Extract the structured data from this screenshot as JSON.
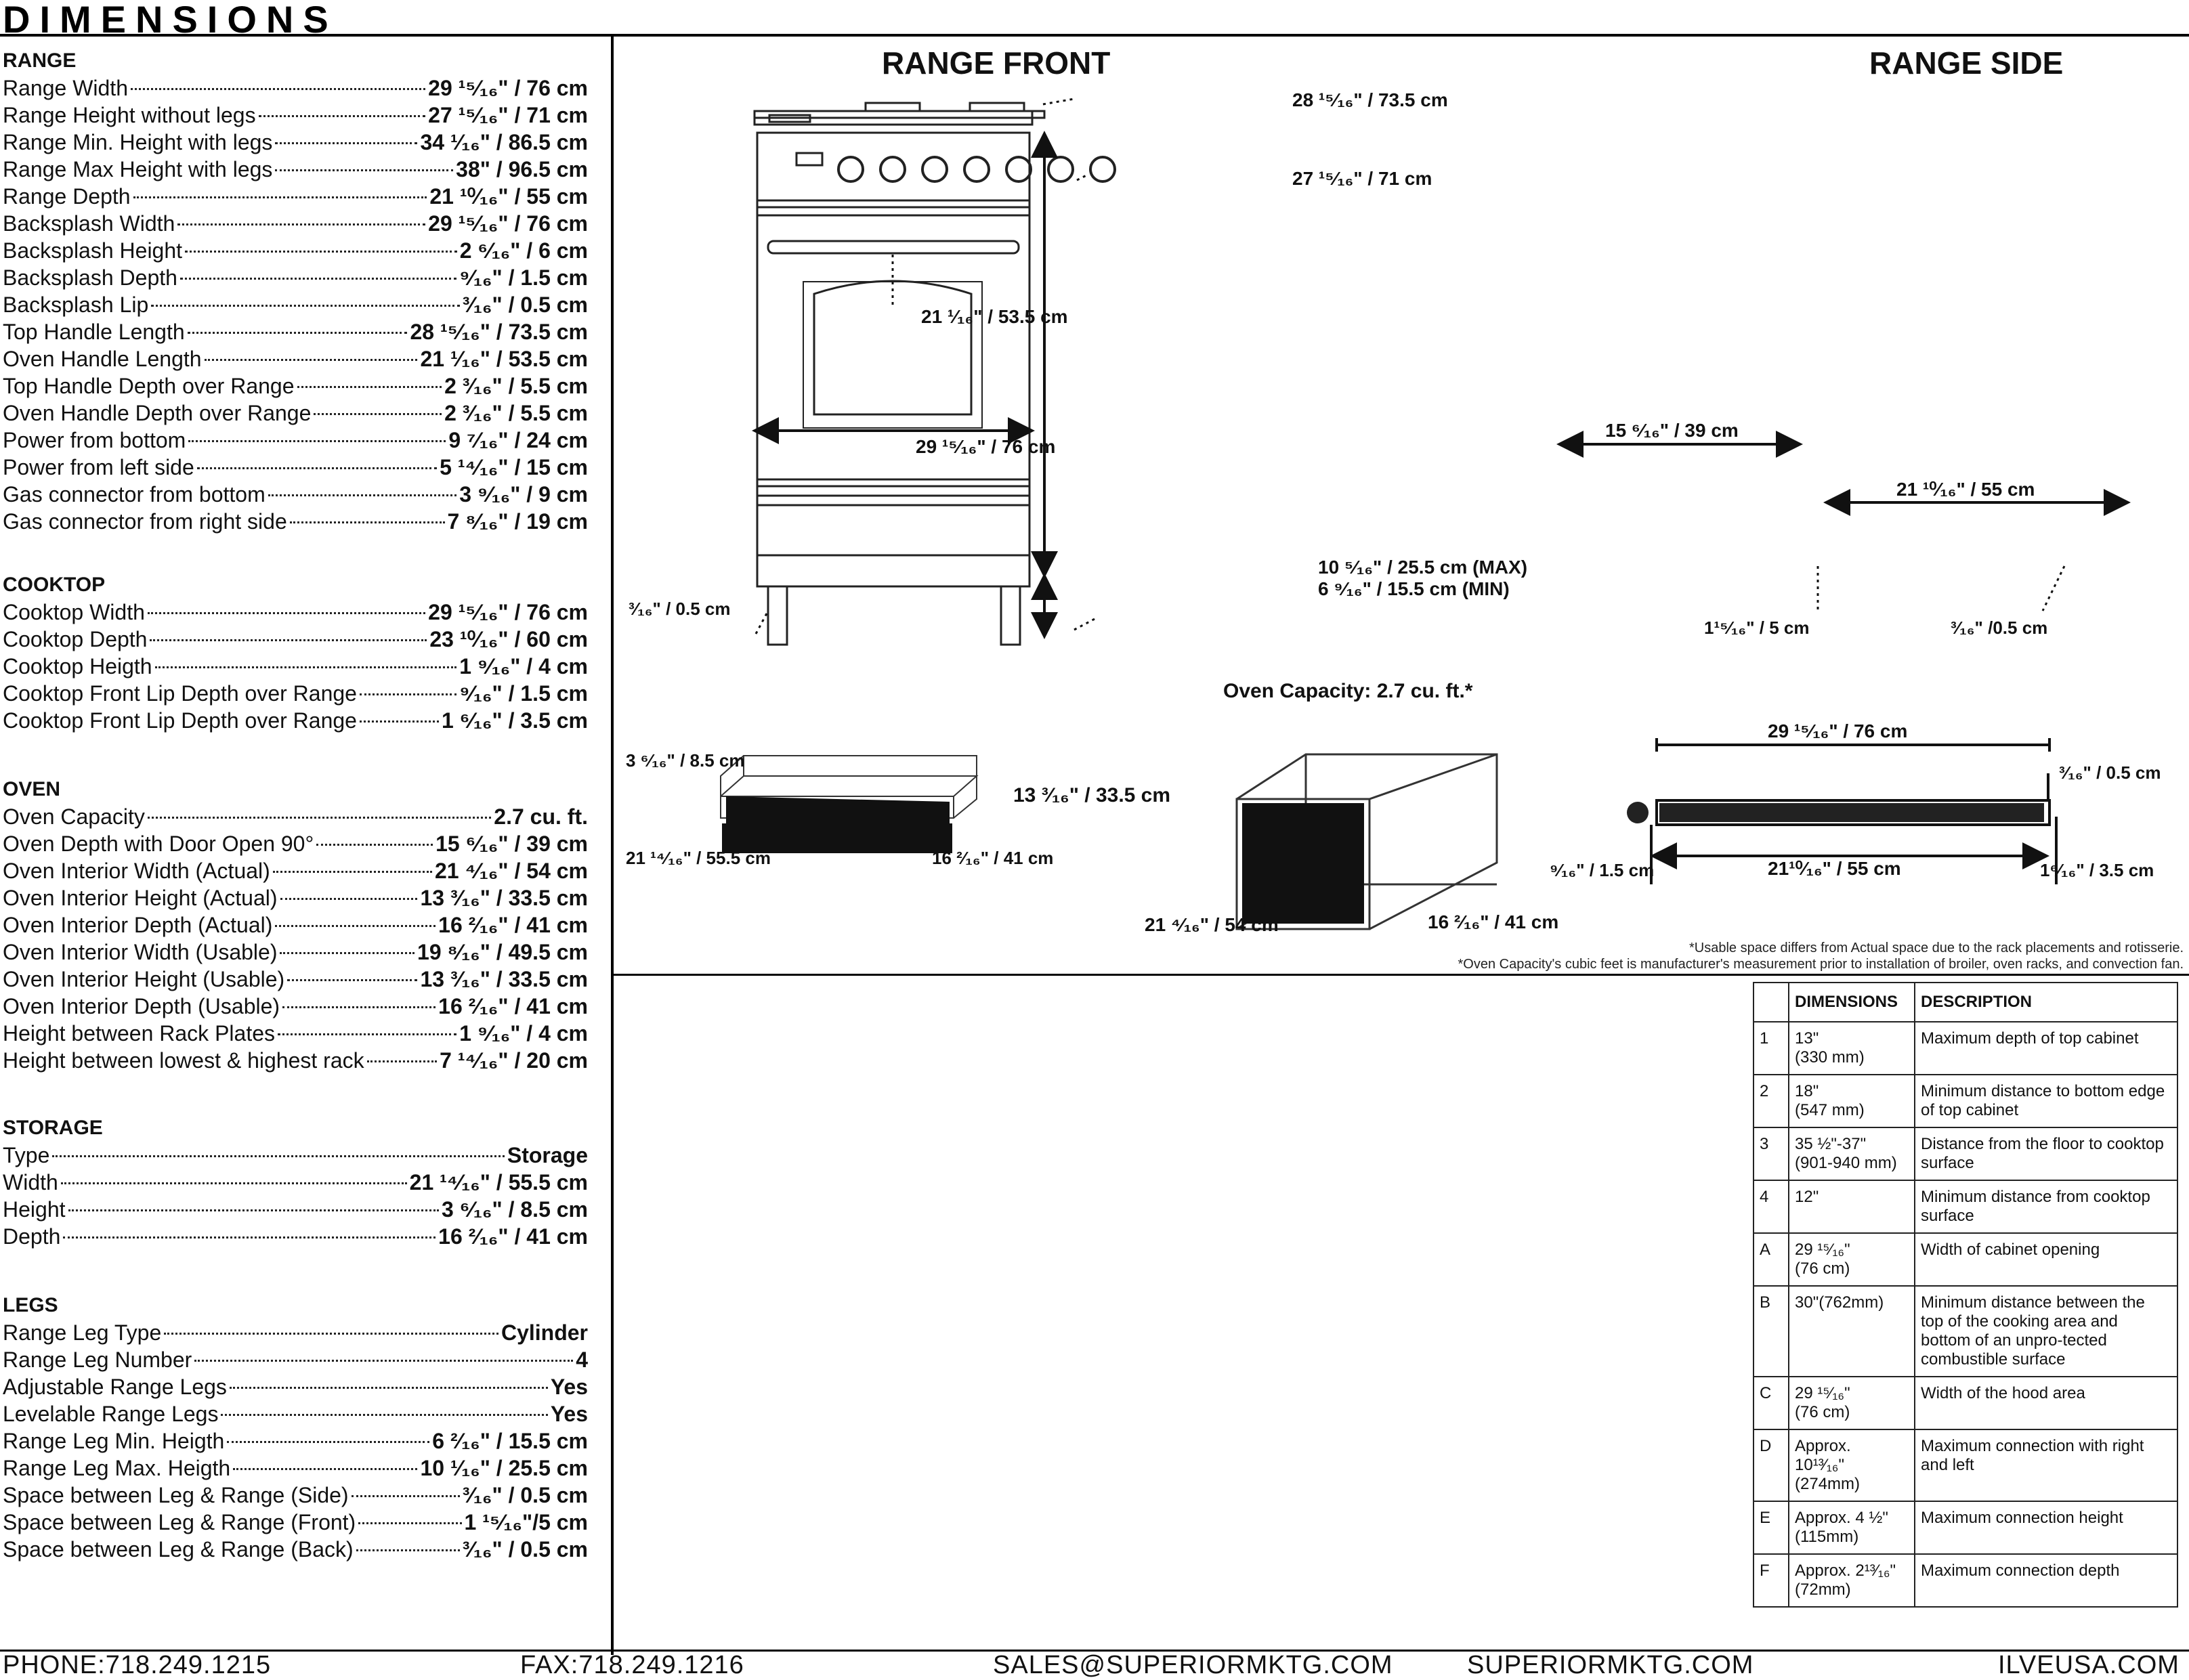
{
  "header": {
    "title": "DIMENSIONS"
  },
  "specs": {
    "range": {
      "title": "RANGE",
      "rows": [
        {
          "label": "Range Width",
          "value": "29 ¹⁵⁄₁₆\" / 76 cm"
        },
        {
          "label": "Range Height without legs",
          "value": "27 ¹⁵⁄₁₆\" / 71 cm"
        },
        {
          "label": "Range Min. Height with legs",
          "value": "34 ¹⁄₁₆\" / 86.5 cm"
        },
        {
          "label": "Range Max Height with legs",
          "value": "38\" / 96.5 cm"
        },
        {
          "label": "Range Depth",
          "value": "21 ¹⁰⁄₁₆\" / 55 cm"
        },
        {
          "label": "Backsplash Width",
          "value": "29 ¹⁵⁄₁₆\" / 76 cm"
        },
        {
          "label": "Backsplash Height",
          "value": "2 ⁶⁄₁₆\" / 6 cm"
        },
        {
          "label": "Backsplash Depth",
          "value": "⁹⁄₁₆\" / 1.5 cm"
        },
        {
          "label": "Backsplash Lip",
          "value": "³⁄₁₆\" / 0.5 cm"
        },
        {
          "label": "Top Handle Length",
          "value": "28 ¹⁵⁄₁₆\" / 73.5 cm"
        },
        {
          "label": "Oven Handle Length",
          "value": "21 ¹⁄₁₆\" / 53.5 cm"
        },
        {
          "label": "Top Handle Depth over Range",
          "value": "2 ³⁄₁₆\" / 5.5 cm"
        },
        {
          "label": "Oven Handle Depth over Range",
          "value": "2 ³⁄₁₆\" / 5.5 cm"
        },
        {
          "label": "Power from bottom",
          "value": "9 ⁷⁄₁₆\" / 24 cm"
        },
        {
          "label": "Power from left side",
          "value": "5 ¹⁴⁄₁₆\" / 15 cm"
        },
        {
          "label": "Gas connector from bottom",
          "value": "3 ⁹⁄₁₆\" / 9 cm"
        },
        {
          "label": "Gas connector from right side",
          "value": "7 ⁸⁄₁₆\" / 19 cm"
        }
      ]
    },
    "cooktop": {
      "title": "COOKTOP",
      "rows": [
        {
          "label": "Cooktop Width",
          "value": "29 ¹⁵⁄₁₆\" / 76 cm"
        },
        {
          "label": "Cooktop Depth",
          "value": "23 ¹⁰⁄₁₆\" / 60 cm"
        },
        {
          "label": "Cooktop Heigth",
          "value": "1 ⁹⁄₁₆\" / 4 cm"
        },
        {
          "label": "Cooktop Front Lip Depth over Range",
          "value": "⁹⁄₁₆\" / 1.5 cm"
        },
        {
          "label": "Cooktop Front Lip Depth over Range",
          "value": "1 ⁶⁄₁₆\" / 3.5 cm"
        }
      ]
    },
    "oven": {
      "title": "OVEN",
      "rows": [
        {
          "label": "Oven Capacity",
          "value": "2.7 cu. ft."
        },
        {
          "label": "Oven Depth with Door Open 90°",
          "value": "15 ⁶⁄₁₆\" / 39 cm"
        },
        {
          "label": "Oven Interior Width (Actual)",
          "value": "21 ⁴⁄₁₆\" / 54 cm"
        },
        {
          "label": "Oven Interior Height (Actual)",
          "value": "13 ³⁄₁₆\" / 33.5 cm"
        },
        {
          "label": "Oven Interior Depth (Actual)",
          "value": "16 ²⁄₁₆\" / 41 cm"
        },
        {
          "label": "Oven Interior Width (Usable)",
          "value": "19 ⁸⁄₁₆\" / 49.5 cm"
        },
        {
          "label": "Oven Interior Height (Usable)",
          "value": "13 ³⁄₁₆\" / 33.5 cm"
        },
        {
          "label": "Oven Interior Depth (Usable)",
          "value": "16 ²⁄₁₆\" / 41 cm"
        },
        {
          "label": "Height between Rack Plates",
          "value": "1 ⁹⁄₁₆\" / 4 cm"
        },
        {
          "label": "Height between lowest & highest rack",
          "value": "7 ¹⁴⁄₁₆\" / 20 cm"
        }
      ]
    },
    "storage": {
      "title": "STORAGE",
      "rows": [
        {
          "label": "Type",
          "value": "Storage"
        },
        {
          "label": "Width",
          "value": "21 ¹⁴⁄₁₆\" / 55.5 cm"
        },
        {
          "label": "Height",
          "value": "3 ⁶⁄₁₆\" / 8.5 cm"
        },
        {
          "label": "Depth",
          "value": "16 ²⁄₁₆\" / 41 cm"
        }
      ]
    },
    "legs": {
      "title": "LEGS",
      "rows": [
        {
          "label": "Range Leg Type",
          "value": "Cylinder"
        },
        {
          "label": "Range Leg Number",
          "value": "4"
        },
        {
          "label": "Adjustable Range Legs",
          "value": "Yes"
        },
        {
          "label": "Levelable Range Legs",
          "value": "Yes"
        },
        {
          "label": "Range Leg Min. Heigth",
          "value": "6 ²⁄₁₆\" / 15.5 cm"
        },
        {
          "label": "Range Leg Max. Heigth",
          "value": "10 ¹⁄₁₆\" / 25.5 cm"
        },
        {
          "label": "Space between Leg & Range (Side)",
          "value": "³⁄₁₆\" / 0.5 cm"
        },
        {
          "label": "Space between Leg & Range (Front)",
          "value": "1 ¹⁵⁄₁₆\"/5 cm"
        },
        {
          "label": "Space between Leg & Range (Back)",
          "value": "³⁄₁₆\" / 0.5 cm"
        }
      ]
    }
  },
  "drawings": {
    "front_title": "RANGE FRONT",
    "side_title": "RANGE SIDE",
    "front": {
      "top_handle": "28 ¹⁵⁄₁₆\" / 73.5 cm",
      "height": "27 ¹⁵⁄₁₆\" / 71 cm",
      "oven_handle": "21 ¹⁄₁₆\" / 53.5 cm",
      "width": "29 ¹⁵⁄₁₆\" / 76 cm",
      "leg_max": "10 ⁵⁄₁₆\" / 25.5 cm (MAX)",
      "leg_min": "6 ⁹⁄₁₆\" / 15.5 cm (MIN)",
      "leg_gap": "³⁄₁₆\" / 0.5 cm"
    },
    "side": {
      "door_open": "15 ⁶⁄₁₆\" / 39 cm",
      "depth": "21 ¹⁰⁄₁₆\" / 55 cm",
      "front_gap": "1¹⁵⁄₁₆\" / 5 cm",
      "back_gap": "³⁄₁₆\" /0.5 cm"
    },
    "storage": {
      "height": "3 ⁶⁄₁₆\" / 8.5 cm",
      "width": "21 ¹⁴⁄₁₆\" / 55.5 cm",
      "depth": "16 ²⁄₁₆\" / 41 cm"
    },
    "oven_box": {
      "title": "Oven Capacity: 2.7 cu. ft.*",
      "height": "13 ³⁄₁₆\" / 33.5 cm",
      "width": "21 ⁴⁄₁₆\" / 54 cm",
      "depth": "16 ²⁄₁₆\" / 41 cm"
    },
    "cooktop": {
      "width": "29 ¹⁵⁄₁₆\" / 76 cm",
      "backsplash": "³⁄₁₆\" / 0.5 cm",
      "lip": "⁹⁄₁₆\" / 1.5 cm",
      "depth": "21¹⁰⁄₁₆\" / 55 cm",
      "front_lip": "1⁶⁄₁₆\" / 3.5 cm"
    }
  },
  "notes": [
    "*Usable space differs from Actual space due to the rack placements and rotisserie.",
    "*Oven Capacity's cubic feet is manufacturer's measurement prior to installation of broiler, oven racks, and convection fan."
  ],
  "table": {
    "headers": [
      "",
      "DIMENSIONS",
      "DESCRIPTION"
    ],
    "rows": [
      {
        "key": "1",
        "dim": "13\"\n(330 mm)",
        "desc": "Maximum depth of top cabinet"
      },
      {
        "key": "2",
        "dim": "18\"\n(547 mm)",
        "desc": "Minimum distance to bottom edge of top cabinet"
      },
      {
        "key": "3",
        "dim": "35 ½\"-37\"\n(901-940 mm)",
        "desc": "Distance from the floor to cooktop surface"
      },
      {
        "key": "4",
        "dim": "12\"",
        "desc": "Minimum distance from cooktop surface"
      },
      {
        "key": "A",
        "dim": "29 ¹⁵⁄₁₆\"\n(76 cm)",
        "desc": "Width of cabinet opening"
      },
      {
        "key": "B",
        "dim": "30\"(762mm)",
        "desc": "Minimum distance between the top of the cooking area and bottom of an unpro-tected combustible surface"
      },
      {
        "key": "C",
        "dim": "29 ¹⁵⁄₁₆\"\n(76 cm)",
        "desc": "Width of the hood area"
      },
      {
        "key": "D",
        "dim": "Approx.\n10¹³⁄₁₆\"\n(274mm)",
        "desc": "Maximum connection with right and left"
      },
      {
        "key": "E",
        "dim": "Approx. 4 ½\"\n(115mm)",
        "desc": "Maximum connection height"
      },
      {
        "key": "F",
        "dim": "Approx. 2¹³⁄₁₆\"\n(72mm)",
        "desc": "Maximum connection depth"
      }
    ]
  },
  "footer": {
    "phone": "PHONE:718.249.1215",
    "fax": "FAX:718.249.1216",
    "email": "SALES@SUPERIORMKTG.COM",
    "site": "SUPERIORMKTG.COM",
    "brand_site": "ILVEUSA.COM"
  }
}
